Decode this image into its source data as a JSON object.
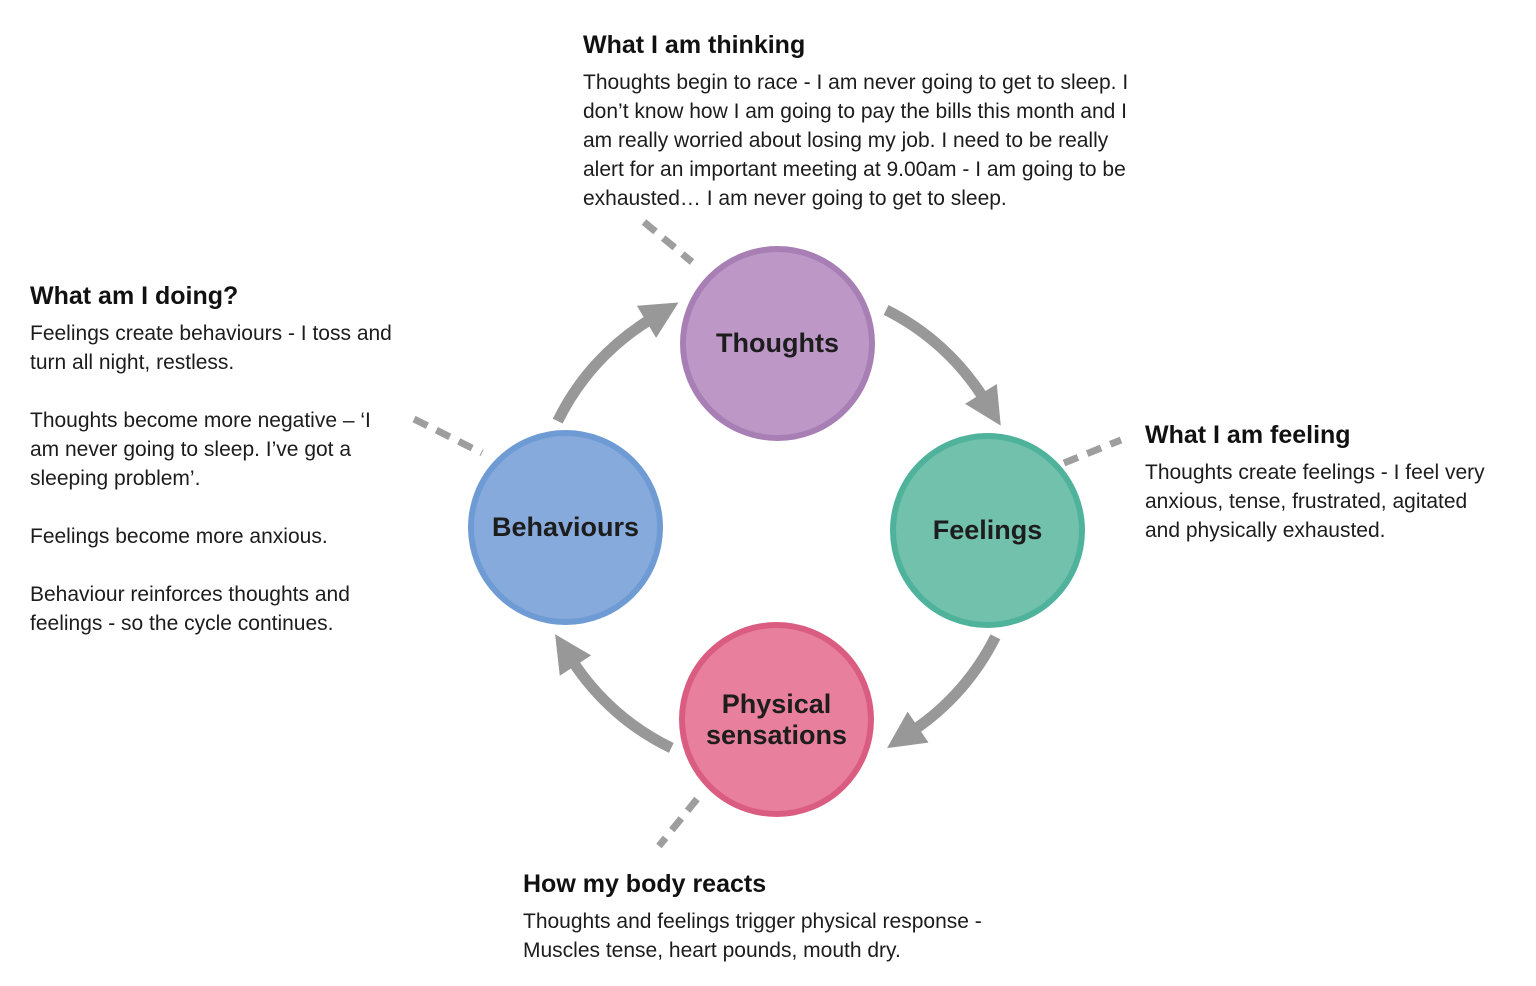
{
  "nodes": {
    "thoughts": {
      "label": "Thoughts",
      "fill": "#bd98c7",
      "border": "#a77fb4"
    },
    "feelings": {
      "label": "Feelings",
      "fill": "#72c1ac",
      "border": "#4fb29b"
    },
    "physical": {
      "label": "Physical\nsensations",
      "fill": "#e87f9c",
      "border": "#da5d81"
    },
    "behaviours": {
      "label": "Behaviours",
      "fill": "#87aadc",
      "border": "#6f9bd4"
    }
  },
  "annotations": {
    "thinking": {
      "heading": "What I am thinking",
      "body": "Thoughts begin to race - I am never going to get to sleep. I\ndon’t know how I am going to pay the bills this month and I\nam really worried about losing my job. I need to be really\nalert for an important meeting at 9.00am - I am going to be\nexhausted… I am never going to get to sleep."
    },
    "doing": {
      "heading": "What am I doing?",
      "paragraphs": [
        "Feelings create behaviours - I toss and\nturn all night, restless.",
        "Thoughts become more negative – ‘I\nam never going to sleep. I’ve got a\nsleeping problem’.",
        "Feelings become more anxious.",
        "Behaviour reinforces thoughts and\nfeelings - so the cycle continues."
      ]
    },
    "feeling": {
      "heading": "What I am feeling",
      "body": "Thoughts create feelings - I feel very\nanxious, tense, frustrated, agitated\nand physically exhausted."
    },
    "body_reacts": {
      "heading": "How my body reacts",
      "body": "Thoughts and feelings trigger physical response -\nMuscles tense, heart pounds, mouth dry."
    }
  },
  "colors": {
    "arrow": "#989898",
    "dashed_line": "#9e9e9e",
    "text": "#1c1c1c"
  }
}
